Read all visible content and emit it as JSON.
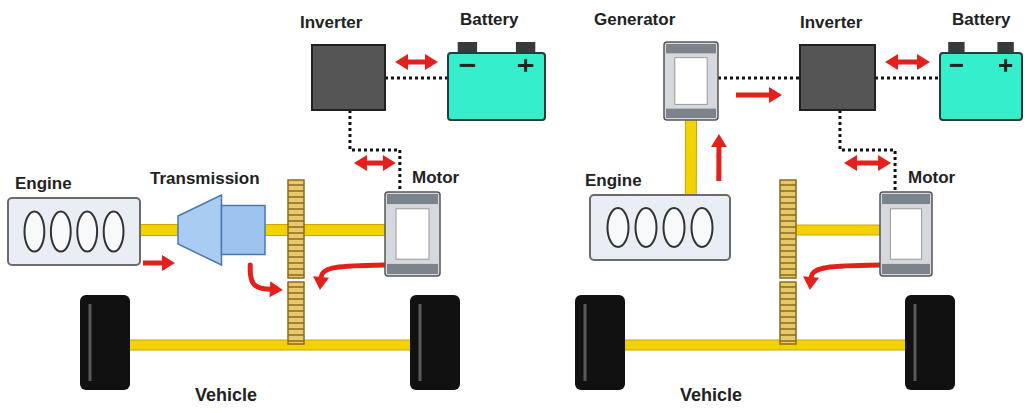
{
  "diagram": {
    "nodes": [
      {
        "text": [
          "Engine"
        ]
      },
      {
        "text": [
          "Transmission"
        ]
      },
      {
        "text": [
          "Inverter"
        ]
      },
      {
        "text": [
          "Battery"
        ]
      },
      {
        "text": [
          "Motor"
        ]
      },
      {
        "text": [
          "Vehicle"
        ]
      },
      {
        "text": [
          "Generator"
        ]
      },
      {
        "text": [
          "Inverter"
        ]
      },
      {
        "text": [
          "Battery"
        ]
      },
      {
        "text": [
          "Engine"
        ]
      },
      {
        "text": [
          "Motor"
        ]
      },
      {
        "text": [
          "Vehicle"
        ]
      }
    ],
    "edges": [
      {
        "from": 2,
        "to": 3,
        "arrow": "both"
      },
      {
        "from": 2,
        "to": 4,
        "arrow": "both"
      },
      {
        "from": 0,
        "to": 1,
        "arrow": "to"
      },
      {
        "from": 1,
        "to": 4,
        "arrow": "none"
      },
      {
        "from": 1,
        "to": 5,
        "arrow": "to"
      },
      {
        "from": 4,
        "to": 5,
        "arrow": "to"
      },
      {
        "from": 9,
        "to": 6,
        "arrow": "to"
      },
      {
        "from": 6,
        "to": 7,
        "arrow": "to"
      },
      {
        "from": 7,
        "to": 8,
        "arrow": "both"
      },
      {
        "from": 7,
        "to": 10,
        "arrow": "both"
      },
      {
        "from": 10,
        "to": 11,
        "arrow": "to"
      }
    ]
  }
}
